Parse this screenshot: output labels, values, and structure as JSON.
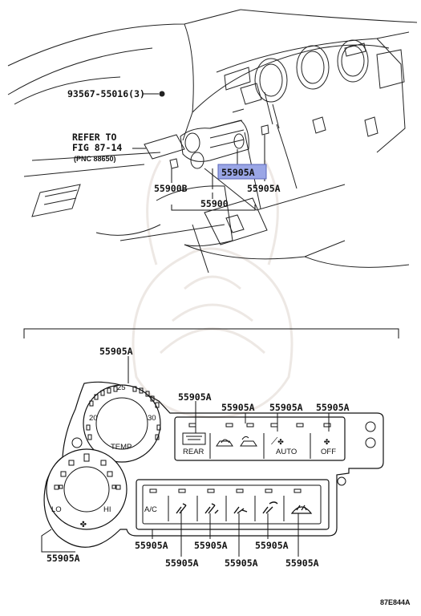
{
  "diagram": {
    "top_callouts": {
      "screw": "93567-55016(3)",
      "refer_line1": "REFER TO",
      "refer_line2": "FIG 87-14",
      "refer_line3": "(PNC 88650)",
      "part_highlighted": "55905A",
      "part_b": "55900B",
      "part_a_right": "55905A",
      "part_assembly": "55900"
    },
    "bottom_callouts": {
      "temp_knob": "55905A",
      "rear_button": "55905A",
      "mode_buttons": "55905A",
      "auto_button": "55905A",
      "off_button": "55905A",
      "fan_knob": "55905A",
      "ac_button": "55905A",
      "vent_button": "55905A",
      "bilevel_button": "55905A",
      "foot_button": "55905A",
      "footdef_button": "55905A",
      "def_button": "55905A"
    },
    "panel_text": {
      "temp": "TEMP",
      "t20": "20",
      "t25": "25",
      "t30": "30",
      "lo": "LO",
      "hi": "HI",
      "rear": "REAR",
      "auto": "AUTO",
      "off": "OFF",
      "ac": "A/C"
    },
    "figure_code": "87E844A",
    "highlight_color": "#9aa6e6"
  }
}
